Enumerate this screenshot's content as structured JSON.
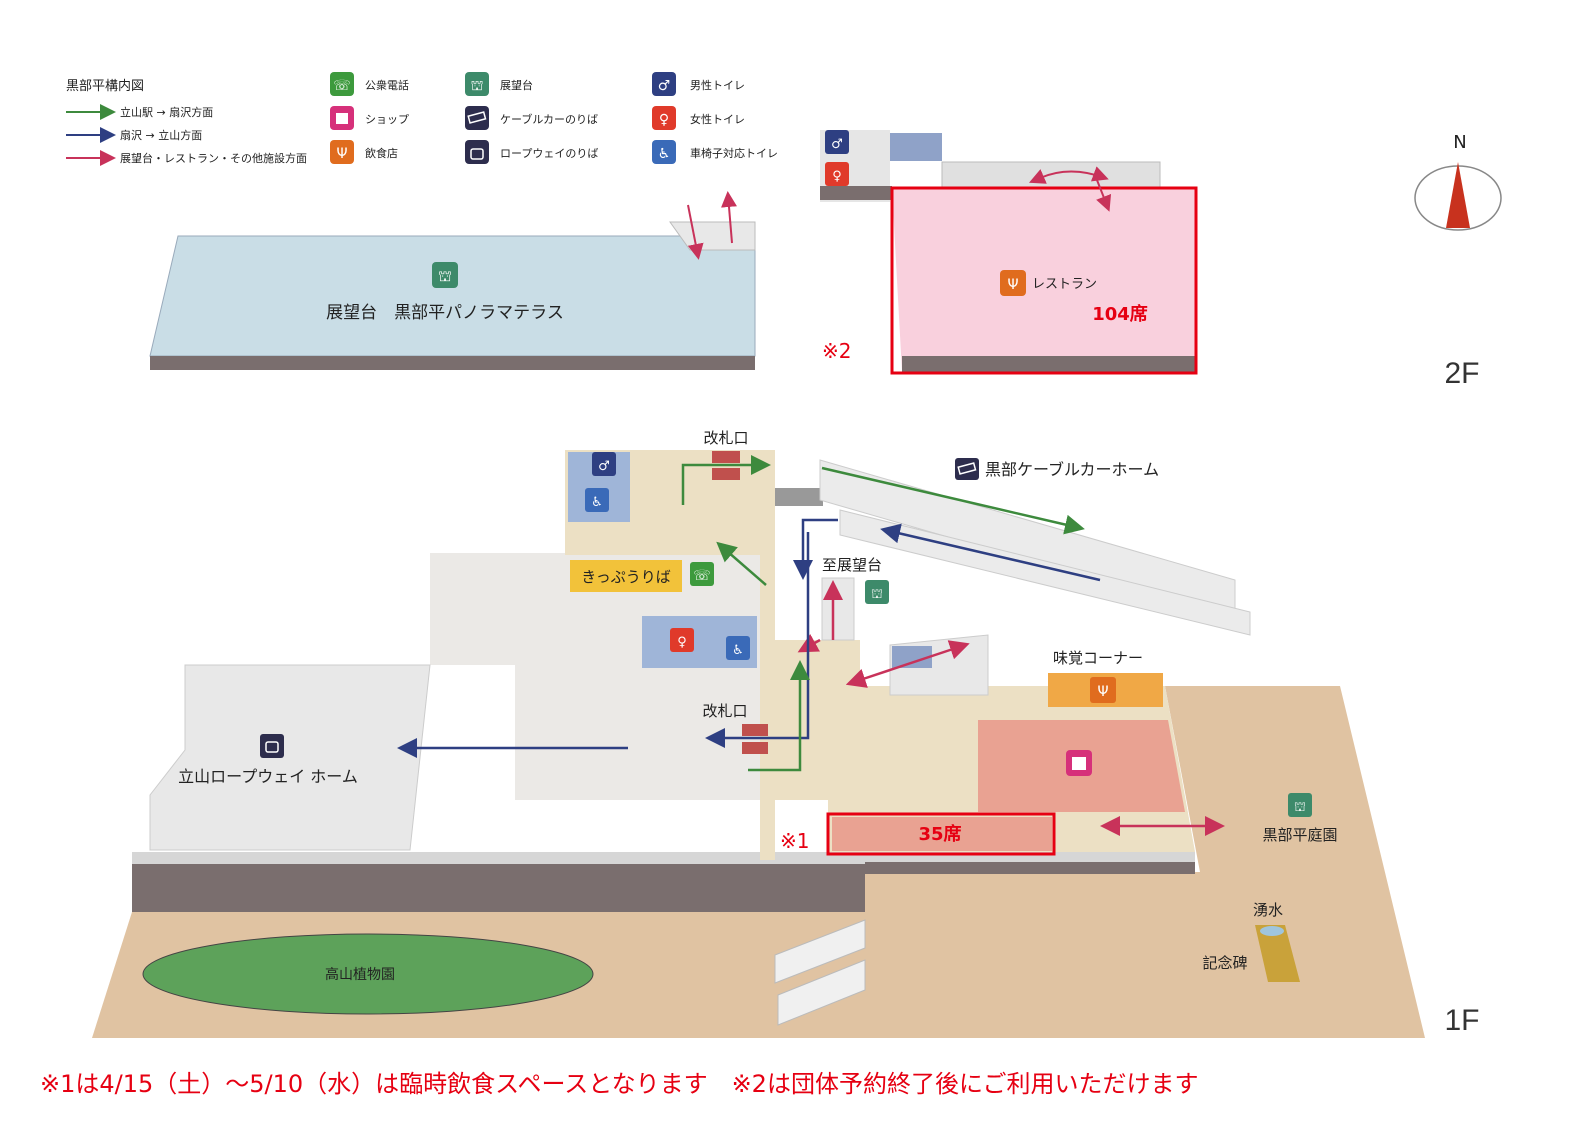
{
  "legend": {
    "title": "黒部平構内図",
    "routes": [
      {
        "label": "立山駅 → 扇沢方面",
        "color": "#3d8a3d"
      },
      {
        "label": "扇沢 → 立山方面",
        "color": "#2e3f82"
      },
      {
        "label": "展望台・レストラン・その他施設方面",
        "color": "#c8325a"
      }
    ],
    "icons": [
      {
        "label": "公衆電話",
        "icon": "phone-icon",
        "color": "#3d9a3d"
      },
      {
        "label": "ショップ",
        "icon": "shop-bag-icon",
        "color": "#d6307a"
      },
      {
        "label": "飲食店",
        "icon": "restaurant-icon",
        "color": "#e06c1e"
      },
      {
        "label": "展望台",
        "icon": "observatory-icon",
        "color": "#3d8a6a"
      },
      {
        "label": "ケーブルカーのりば",
        "icon": "cable-car-icon",
        "color": "#2d2d4d"
      },
      {
        "label": "ロープウェイのりば",
        "icon": "ropeway-icon",
        "color": "#2d2d4d"
      },
      {
        "label": "男性トイレ",
        "icon": "male-toilet-icon",
        "color": "#2e3f82"
      },
      {
        "label": "女性トイレ",
        "icon": "female-toilet-icon",
        "color": "#e03a2a"
      },
      {
        "label": "車椅子対応トイレ",
        "icon": "wheelchair-icon",
        "color": "#3a6ab8"
      }
    ]
  },
  "compass": "N",
  "floor2": {
    "label": "2F",
    "terrace": "展望台　黒部平パノラマテラス",
    "restaurant": "レストラン",
    "restaurant_seats": "104席",
    "note_mark": "※2"
  },
  "floor1": {
    "label": "1F",
    "gate_top": "改札口",
    "gate_bottom": "改札口",
    "cable_home": "黒部ケーブルカーホーム",
    "ticket": "きっぷうりば",
    "to_observatory": "至展望台",
    "taste_corner": "味覚コーナー",
    "ropeway_home": "立山ロープウェイ ホーム",
    "seats": "35席",
    "note_mark": "※1",
    "garden": "黒部平庭園",
    "spring": "湧水",
    "monument": "記念碑",
    "botanical": "高山植物園"
  },
  "footnote": "※1は4/15（土）～5/10（水）は臨時飲食スペースとなります　※2は団体予約終了後にご利用いただけます"
}
